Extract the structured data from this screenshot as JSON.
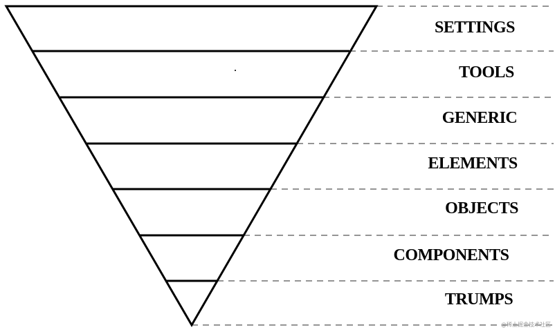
{
  "diagram": {
    "layers": [
      {
        "label": "SETTINGS"
      },
      {
        "label": "TOOLS"
      },
      {
        "label": "GENERIC"
      },
      {
        "label": "ELEMENTS"
      },
      {
        "label": "OBJECTS"
      },
      {
        "label": "COMPONENTS"
      },
      {
        "label": "TRUMPS"
      }
    ],
    "watermark": "@稀土掘金技术社区",
    "colors": {
      "stroke": "#000000",
      "dash": "#555555",
      "text": "#000000"
    }
  }
}
